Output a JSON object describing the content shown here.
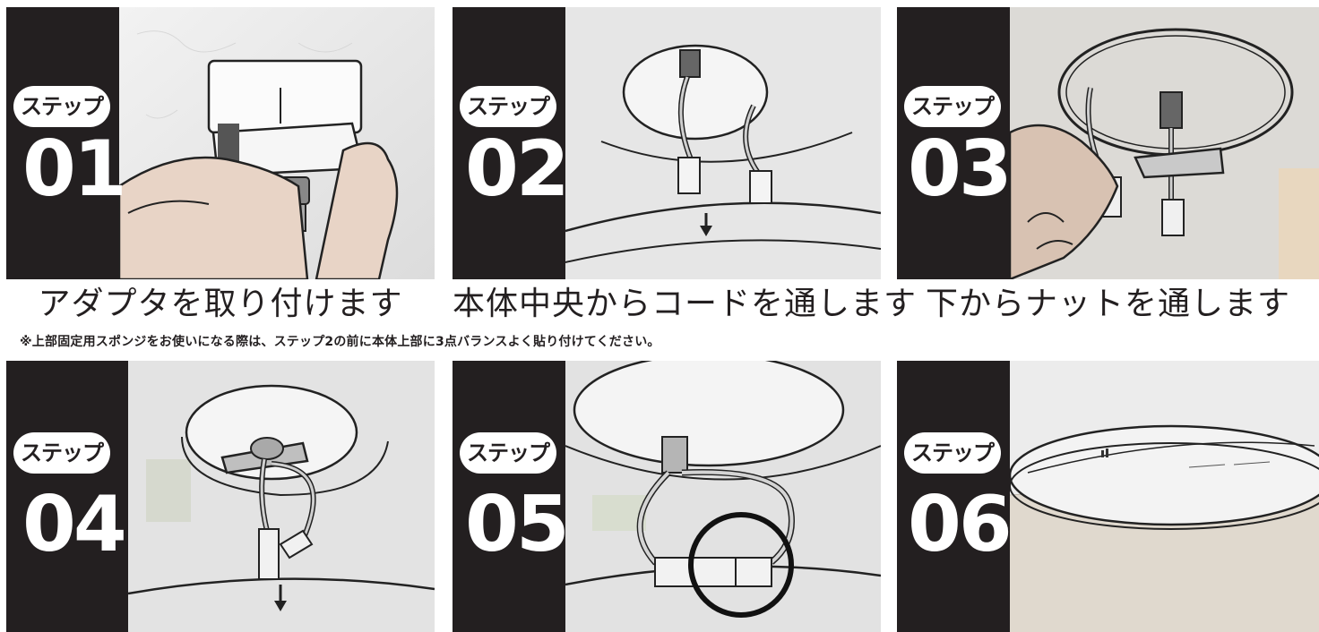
{
  "steps": [
    {
      "badge": "ステップ",
      "number": "01",
      "caption": "アダプタを取り付けます"
    },
    {
      "badge": "ステップ",
      "number": "02",
      "caption": "本体中央からコードを通します"
    },
    {
      "badge": "ステップ",
      "number": "03",
      "caption": "下からナットを通します"
    },
    {
      "badge": "ステップ",
      "number": "04",
      "caption": ""
    },
    {
      "badge": "ステップ",
      "number": "05",
      "caption": ""
    },
    {
      "badge": "ステップ",
      "number": "06",
      "caption": ""
    }
  ],
  "note": "※上部固定用スポンジをお使いになる際は、ステップ2の前に本体上部に3点バランスよく貼り付けてください。",
  "colors": {
    "panel_dark": "#231f20",
    "text": "#231f20",
    "badge_bg": "#ffffff"
  }
}
